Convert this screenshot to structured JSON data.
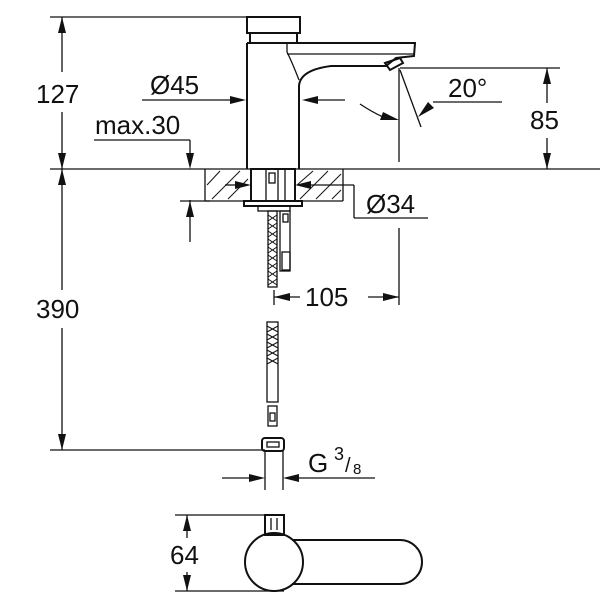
{
  "drawing": {
    "type": "technical dimension drawing",
    "subject": "basin tap (side view, underside connection, top view)",
    "line_color": "#111111",
    "background": "#ffffff"
  },
  "dimensions": {
    "height_total": "127",
    "spout_diameter": "Ø45",
    "max_deck": "max.30",
    "angle": "20°",
    "spout_height": "85",
    "hole_diameter": "Ø34",
    "hose_length": "390",
    "projection": "105",
    "thread_base": "G",
    "thread_num": "3",
    "thread_den": "8",
    "top_depth": "64"
  }
}
